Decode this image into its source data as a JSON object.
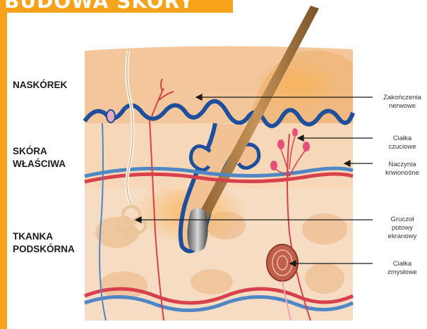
{
  "title": "BUDOWA SKÓRY",
  "colors": {
    "accent": "#f7a21b",
    "epidermis": "#f3c69c",
    "dermis": "#f6d7b8",
    "hypodermis": "#f6dcc2",
    "vein": "#4f86c6",
    "artery": "#d8414b",
    "outline": "#1d4f9c"
  },
  "layers": {
    "epidermis": "NASKÓREK",
    "dermis": [
      "SKÓRA",
      "WŁAŚCIWA"
    ],
    "hypodermis": [
      "TKANKA",
      "PODSKÓRNA"
    ]
  },
  "callouts": {
    "nerve_endings": [
      "Zakończenia",
      "nerwowe"
    ],
    "corpuscles": [
      "Ciałka",
      "czuciowe"
    ],
    "blood_vessels": [
      "Naczynia",
      "krwionośne"
    ],
    "sweat_gland": [
      "Gruczoł potowy",
      "ekranowy"
    ],
    "sensory_bodies": [
      "Ciałka",
      "zmysłowe"
    ]
  }
}
